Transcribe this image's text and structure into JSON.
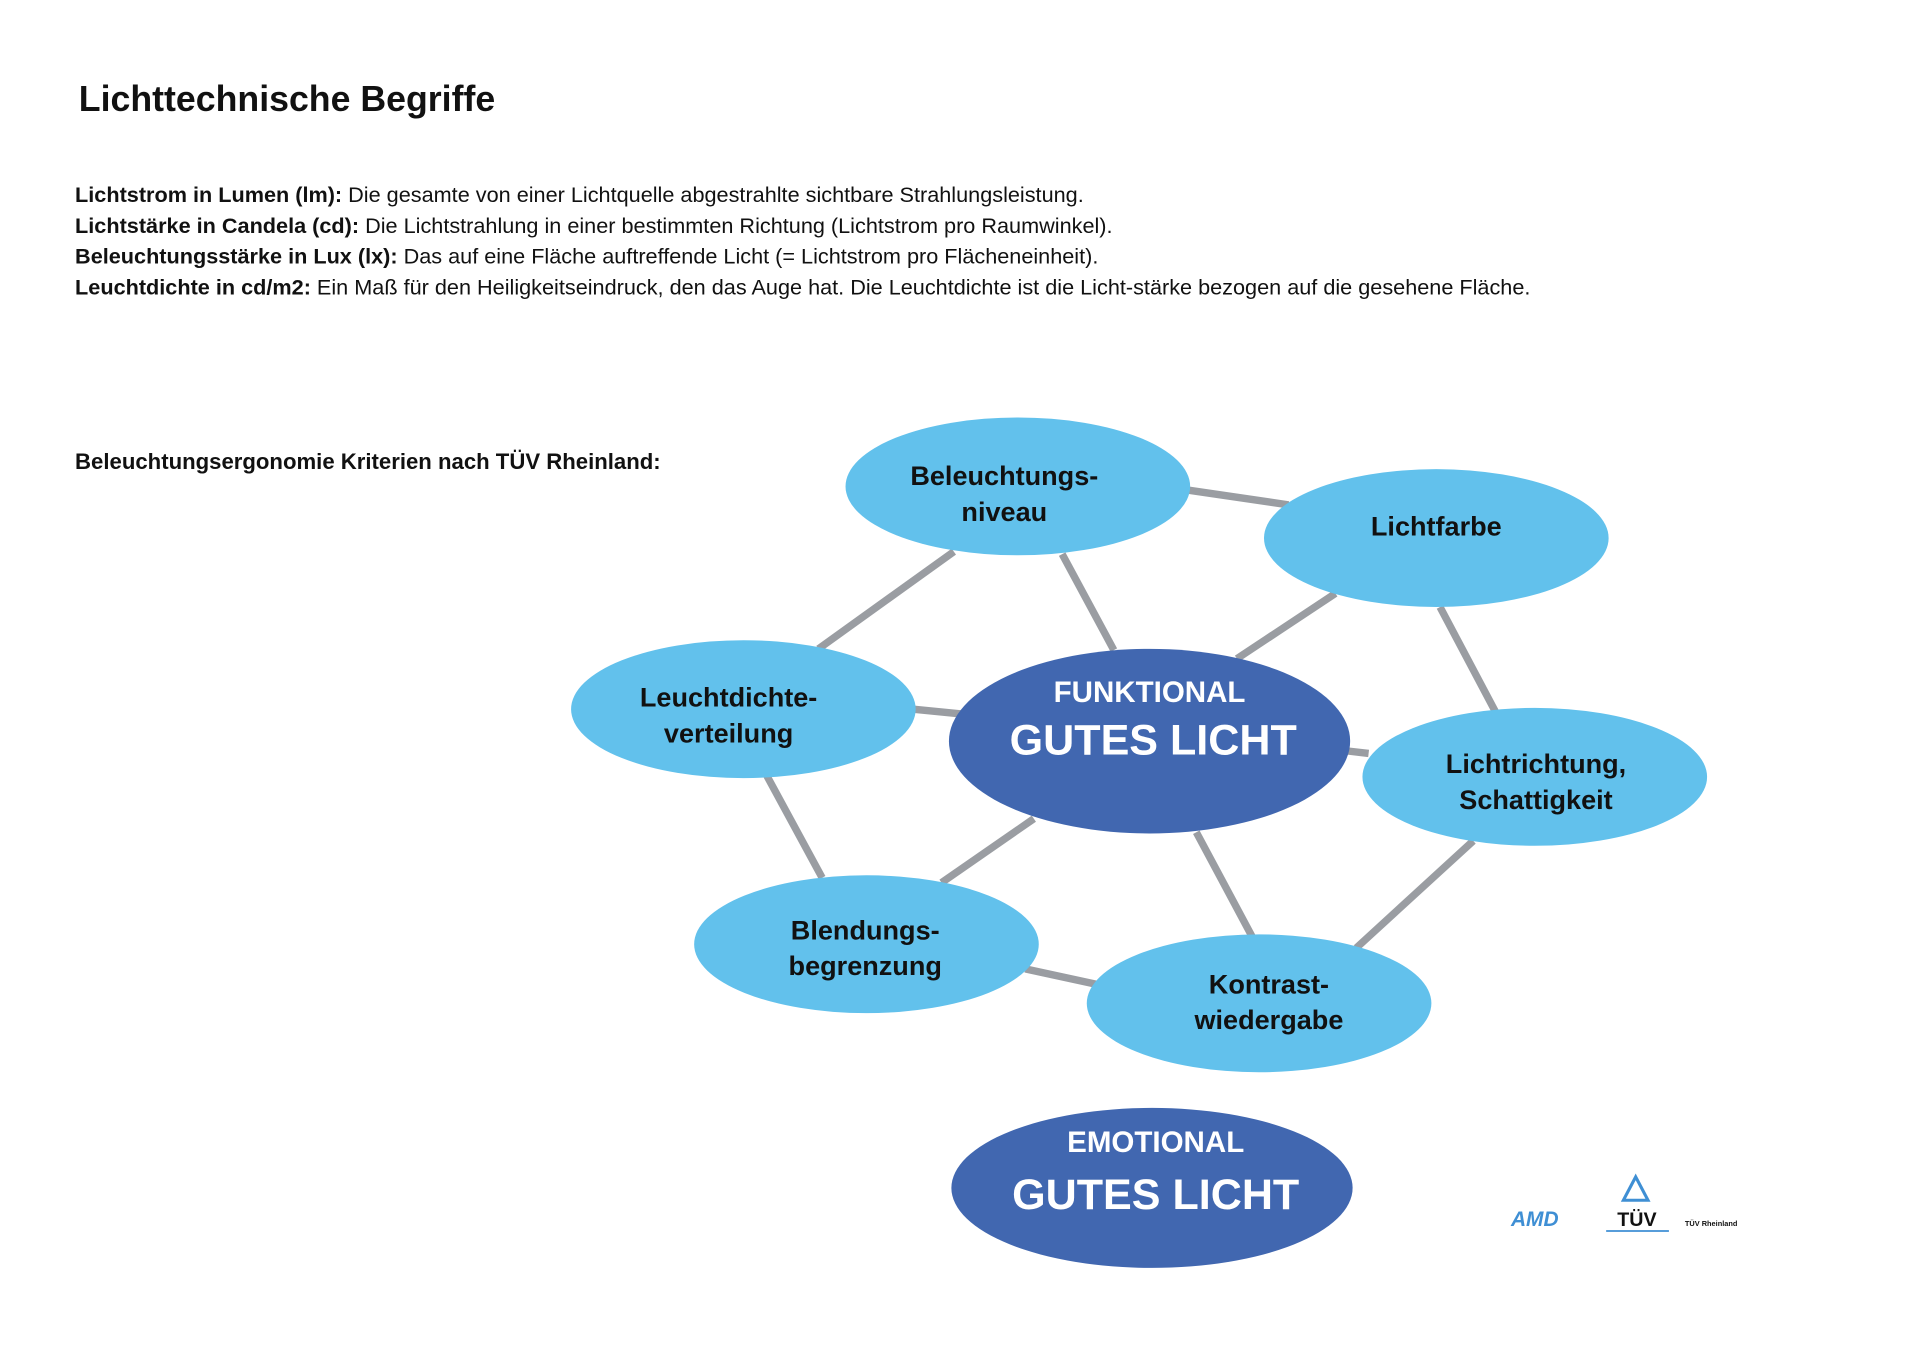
{
  "title": "Lichttechnische Begriffe",
  "definitions": [
    {
      "term": "Lichtstrom in Lumen (lm):",
      "text": " Die gesamte von einer Lichtquelle abgestrahlte sichtbare Strahlungsleistung."
    },
    {
      "term": "Lichtstärke in Candela (cd):",
      "text": " Die Lichtstrahlung in einer bestimmten Richtung (Lichtstrom pro Raumwinkel)."
    },
    {
      "term": "Beleuchtungsstärke in Lux (lx):",
      "text": " Das auf eine Fläche auftreffende Licht (= Lichtstrom pro Flächeneinheit)."
    },
    {
      "term": "Leuchtdichte in cd/m2:",
      "text": " Ein Maß für den Heiligkeitseindruck, den das Auge hat. Die Leuchtdichte ist die Licht-stärke bezogen auf die gesehene Fläche."
    }
  ],
  "criteria_heading": "Beleuchtungsergonomie Kriterien nach TÜV Rheinland:",
  "diagram": {
    "nodes": {
      "beleuchtungsniveau": [
        "Beleuchtungs-",
        "niveau"
      ],
      "lichtfarbe": [
        "Lichtfarbe"
      ],
      "leuchtdichteverteilung": [
        "Leuchtdichte-",
        "verteilung"
      ],
      "lichtrichtung": [
        "Lichtrichtung,",
        "Schattigkeit"
      ],
      "blendungsbegrenzung": [
        "Blendungs-",
        "begrenzung"
      ],
      "kontrastwiedergabe": [
        "Kontrast-",
        "wiedergabe"
      ]
    },
    "center": {
      "top": "FUNKTIONAL",
      "main": "GUTES LICHT"
    },
    "emotional": {
      "top": "EMOTIONAL",
      "main": "GUTES LICHT"
    },
    "colors": {
      "node": "#62c1ec",
      "core": "#4167b0",
      "edge": "#9a9da2"
    }
  },
  "logos": {
    "amd": "AMD",
    "tuv": "TÜV",
    "tuv_rheinland": "TÜV Rheinland"
  }
}
